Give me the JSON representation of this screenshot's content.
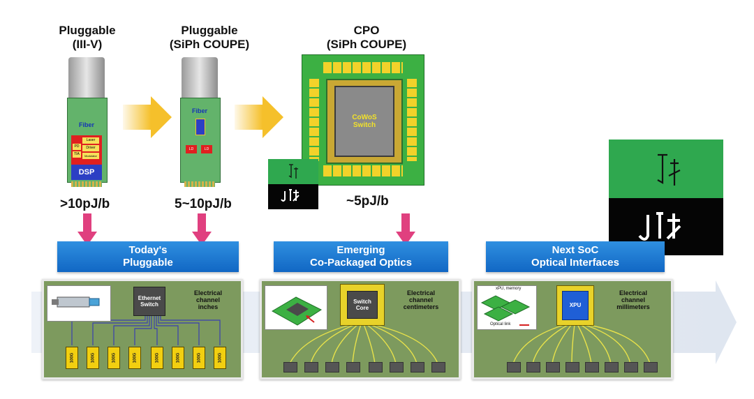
{
  "columns": [
    {
      "title_line1": "Pluggable",
      "title_line2": "(III-V)",
      "metric": ">10pJ/b"
    },
    {
      "title_line1": "Pluggable",
      "title_line2": "(SiPh COUPE)",
      "metric": "5~10pJ/b"
    },
    {
      "title_line1": "CPO",
      "title_line2": "(SiPh COUPE)",
      "metric": "~5pJ/b"
    }
  ],
  "module1": {
    "fiber": "Fiber",
    "laser": "Laser",
    "pd": "PD",
    "driver": "Driver",
    "tia": "TIA",
    "modulator": "Modulator",
    "dsp": "DSP"
  },
  "module2": {
    "fiber": "Fiber",
    "chip_left": "LD",
    "chip_right": "LD"
  },
  "cpo": {
    "center_line1": "CoWoS",
    "center_line2": "Switch"
  },
  "banners": [
    {
      "line1": "Today's",
      "line2": "Pluggable"
    },
    {
      "line1": "Emerging",
      "line2": "Co-Packaged Optics"
    },
    {
      "line1": "Next SoC",
      "line2": "Optical Interfaces"
    }
  ],
  "panel1": {
    "chip_line1": "Ethernet",
    "chip_line2": "Switch",
    "label_line1": "Electrical",
    "label_line2": "channel",
    "label_line3": "inches",
    "port_label": "100G",
    "port_count": 8
  },
  "panel2": {
    "chip_line1": "Switch",
    "chip_line2": "Core",
    "label_line1": "Electrical",
    "label_line2": "channel",
    "label_line3": "centimeters"
  },
  "panel3": {
    "chip_label": "XPU",
    "label_line1": "Electrical",
    "label_line2": "channel",
    "label_line3": "millimeters",
    "inset_label": "xPU, memory",
    "inset_link": "Optical link"
  },
  "colors": {
    "banner_blue": "#1a78d4",
    "pink_arrow": "#e0407f",
    "board_green": "#7d9a5e",
    "cpo_green": "#3cb043",
    "watermark_green": "#2fa84f"
  }
}
